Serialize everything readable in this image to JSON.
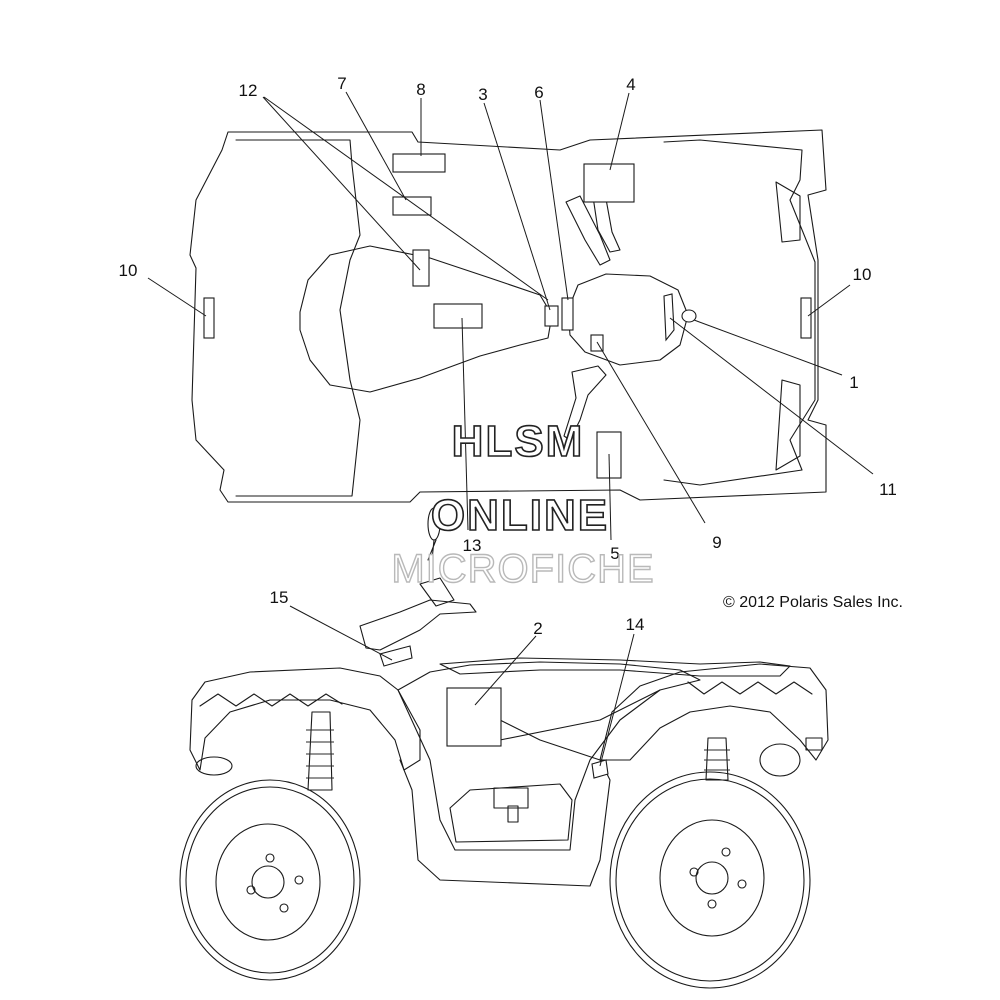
{
  "callouts": {
    "c1": "1",
    "c2": "2",
    "c3": "3",
    "c4": "4",
    "c5": "5",
    "c6": "6",
    "c7": "7",
    "c8": "8",
    "c9": "9",
    "c10a": "10",
    "c10b": "10",
    "c11": "11",
    "c12": "12",
    "c13": "13",
    "c14": "14",
    "c15": "15"
  },
  "copyright": "© 2012 Polaris Sales Inc.",
  "watermark": {
    "line1": "HLSM",
    "line2": "ONLINE",
    "line3": "MICROFICHE"
  }
}
